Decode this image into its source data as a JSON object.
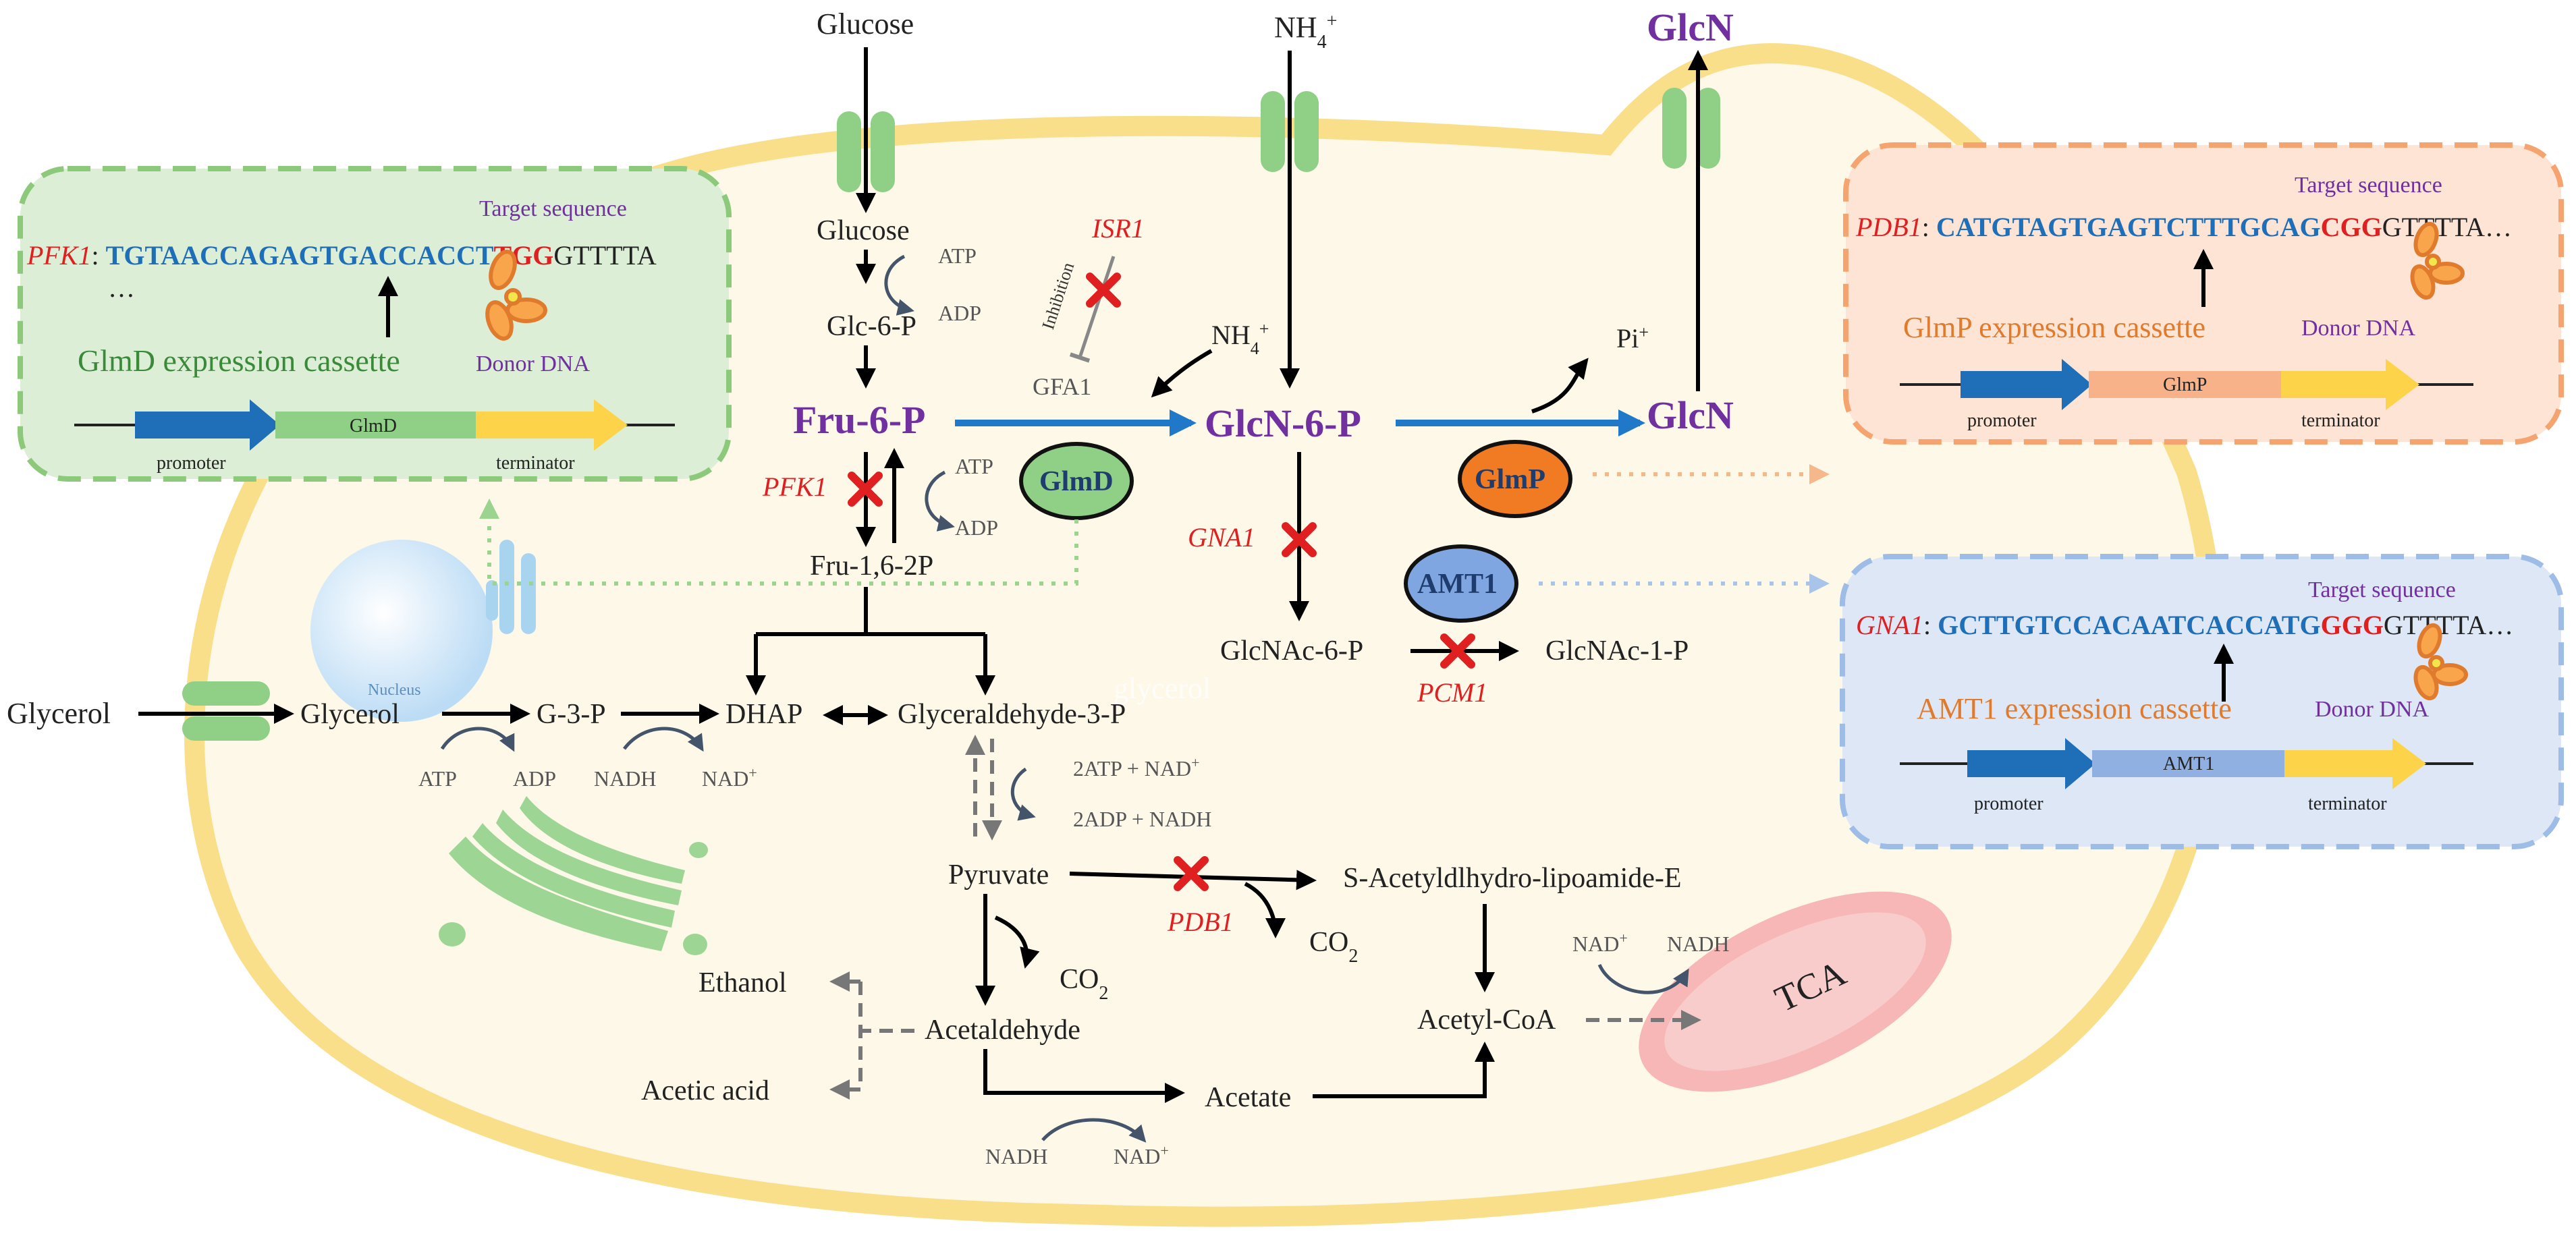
{
  "metabolites": {
    "glucose_out": "Glucose",
    "glucose_in": "Glucose",
    "glc6p": "Glc-6-P",
    "fru6p": "Fru-6-P",
    "fru16bp": "Fru-1,6-2P",
    "glcn6p": "GlcN-6-P",
    "glcn_in": "GlcN",
    "glcn_out": "GlcN",
    "nh4_out": "NH",
    "nh4_in": "NH",
    "pi": "Pi",
    "gfa1": "GFA1",
    "glcnac6p": "GlcNAc-6-P",
    "glcnac1p": "GlcNAc-1-P",
    "glycerol_out": "Glycerol",
    "glycerol_in": "Glycerol",
    "g3p": "G-3-P",
    "dhap": "DHAP",
    "gap": "Glyceraldehyde-3-P",
    "pyruvate": "Pyruvate",
    "sacetyl": "S-Acetyldlhydro-lipoamide-E",
    "acetaldehyde": "Acetaldehyde",
    "ethanol": "Ethanol",
    "acetic_acid": "Acetic acid",
    "acetate": "Acetate",
    "acetyl_coa": "Acetyl-CoA",
    "co2": "CO",
    "tca": "TCA",
    "nucleus": "Nucleus",
    "glycerol_watermark": "glycerol"
  },
  "cofactors": {
    "atp": "ATP",
    "adp": "ADP",
    "nadh": "NADH",
    "nad": "NAD",
    "two_atp_nad": "2ATP + NAD",
    "two_adp_nadh": "2ADP + NADH",
    "inhibition": "Inhibition"
  },
  "genes": {
    "isr1": "ISR1",
    "pfk1": "PFK1",
    "gna1": "GNA1",
    "pcm1": "PCM1",
    "pdb1": "PDB1"
  },
  "enzymes": {
    "glmd": "GlmD",
    "glmp": "GlmP",
    "amt1": "AMT1"
  },
  "cassettes": [
    {
      "gene_label": "PFK1",
      "seq_main": "TGTAACCAGAGTGACCACCT",
      "seq_pam": "TGG",
      "seq_tail": "GTTTTA",
      "seq_cont": "…",
      "target_label": "Target sequence",
      "cassette_label": "GlmD expression cassette",
      "donor_label": "Donor DNA",
      "gene_block": "GlmD",
      "promoter": "promoter",
      "terminator": "terminator",
      "color": "#3a8a3a",
      "fill": "#dcefd6",
      "border": "#8cc97a"
    },
    {
      "gene_label": "PDB1",
      "seq_main": "CATGTAGTGAGTCTTTGCAG",
      "seq_pam": "CGG",
      "seq_tail": "GTTTTA…",
      "seq_cont": "",
      "target_label": "Target sequence",
      "cassette_label": "GlmP expression cassette",
      "donor_label": "Donor DNA",
      "gene_block": "GlmP",
      "promoter": "promoter",
      "terminator": "terminator",
      "color": "#e07b2e",
      "fill": "#fde4d4",
      "border": "#f5a46f"
    },
    {
      "gene_label": "GNA1",
      "seq_main": "GCTTGTCCACAATCACCATG",
      "seq_pam": "GGG",
      "seq_tail": "GTTTTA…",
      "seq_cont": "",
      "target_label": "Target sequence",
      "cassette_label": "AMT1 expression cassette",
      "donor_label": "Donor DNA",
      "gene_block": "AMT1",
      "promoter": "promoter",
      "terminator": "terminator",
      "color": "#e07b2e",
      "fill": "#dde7f6",
      "border": "#9dbde6"
    }
  ],
  "colors": {
    "cell_fill": "#fdf8e8",
    "cell_border": "#f9df8a",
    "transporter": "#8fcf86",
    "purple": "#7030a0",
    "blue_flux": "#1f78c8",
    "red": "#e02020",
    "seq_blue": "#1f6fb8",
    "glmd_fill": "#8fcf86",
    "glmp_fill": "#f07b22",
    "amt1_fill": "#7fa6e0",
    "mito": "#f7b7b7"
  }
}
